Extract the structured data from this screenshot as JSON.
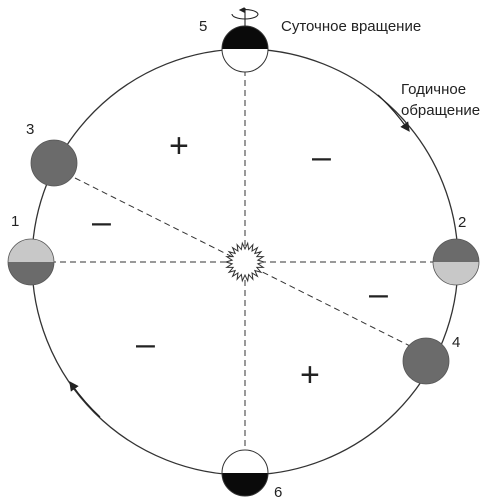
{
  "labels": {
    "daily_rotation": "Суточное вращение",
    "annual_revolution_line1": "Годичное",
    "annual_revolution_line2": "обращение"
  },
  "positions": [
    {
      "id": "1",
      "label": "1",
      "shading": "horizontal-split"
    },
    {
      "id": "2",
      "label": "2",
      "shading": "horizontal-split"
    },
    {
      "id": "3",
      "label": "3",
      "shading": "full-dark"
    },
    {
      "id": "4",
      "label": "4",
      "shading": "full-dark"
    },
    {
      "id": "5",
      "label": "5",
      "shading": "top-dark"
    },
    {
      "id": "6",
      "label": "6",
      "shading": "bottom-dark"
    }
  ],
  "signs": {
    "upper_left": "+",
    "upper_right": "–",
    "left_middle": "–",
    "right_middle": "–",
    "lower_left": "–",
    "lower_right": "+"
  },
  "colors": {
    "dark_gray": "#6b6b6b",
    "light_gray": "#c8c8c8",
    "black": "#0a0a0a",
    "line": "#333333"
  },
  "icons": {
    "center": "sun-icon",
    "rotation": "rotation-arrow-icon"
  }
}
